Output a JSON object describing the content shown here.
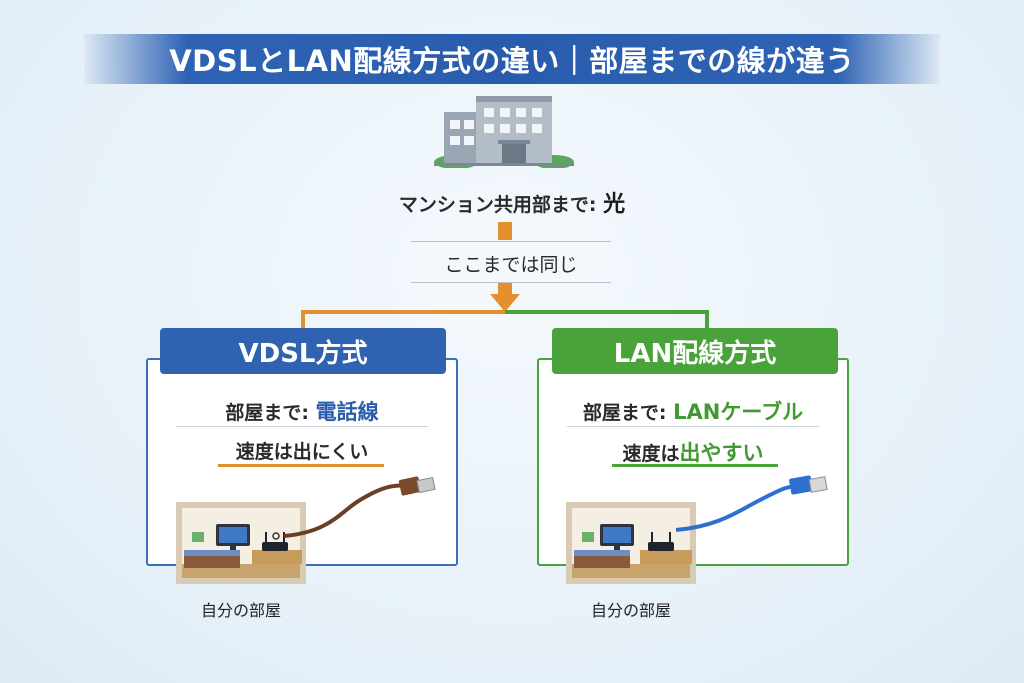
{
  "title": "VDSLとLAN配線方式の違い｜部屋までの線が違う",
  "top": {
    "label": "マンション共用部まで:",
    "value": "光",
    "same_label": "ここまでは同じ"
  },
  "left_panel": {
    "header": "VDSL方式",
    "line_label": "部屋まで:",
    "line_value": "電話線",
    "speed": "速度は出にくい",
    "room_label": "自分の部屋"
  },
  "right_panel": {
    "header": "LAN配線方式",
    "line_label": "部屋まで:",
    "line_value": "LANケーブル",
    "speed_prefix": "速度は",
    "speed_value": "出やすい",
    "room_label": "自分の部屋"
  },
  "colors": {
    "blue": "#2f62b1",
    "green": "#4aa33a",
    "orange": "#e5902f"
  }
}
